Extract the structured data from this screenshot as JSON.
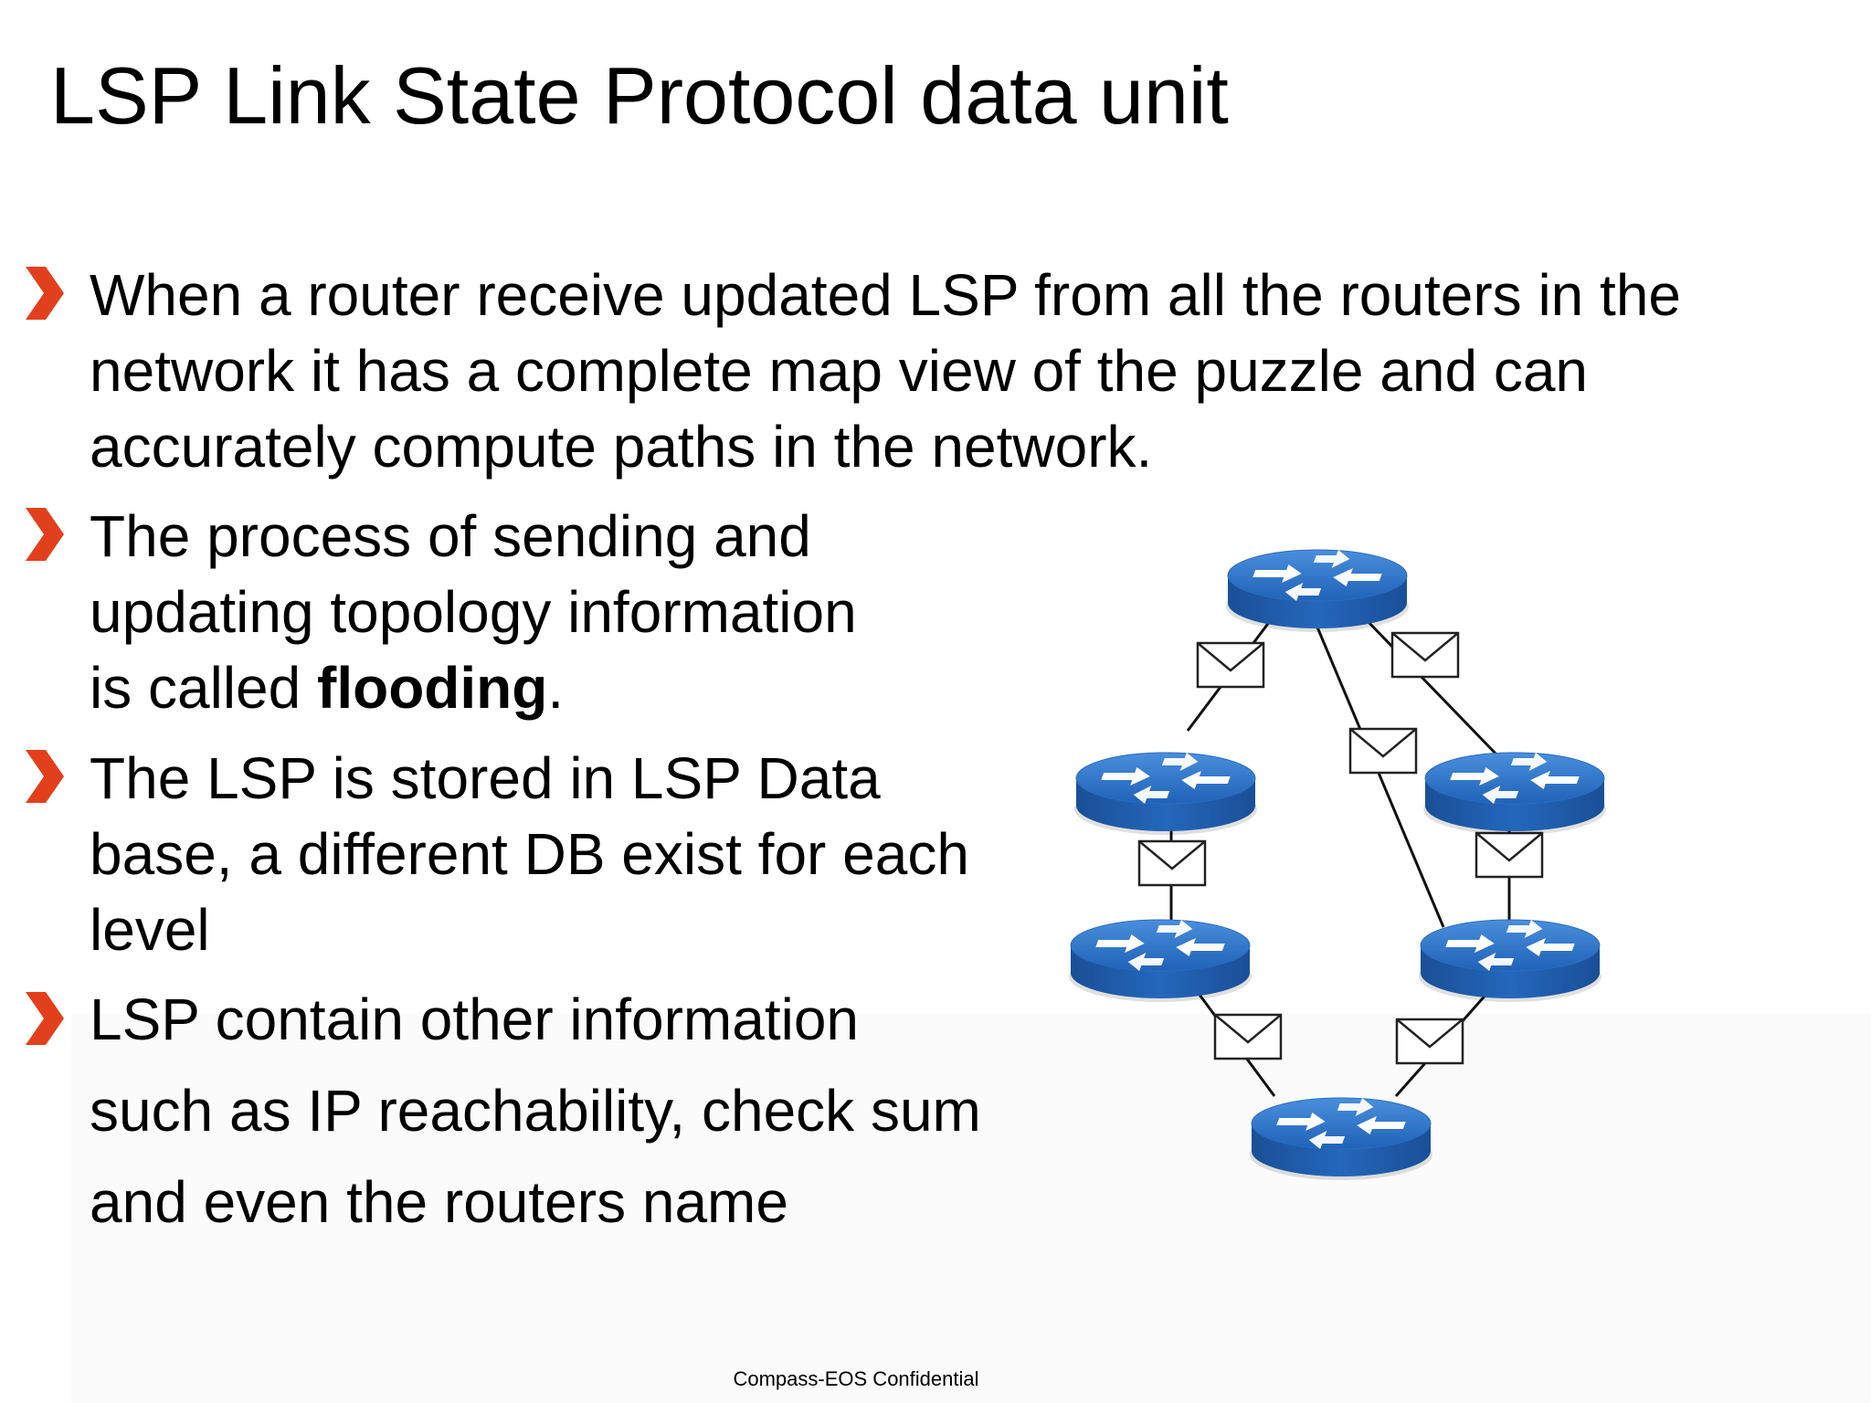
{
  "slide": {
    "title": "LSP Link State Protocol data unit",
    "bullets": [
      {
        "lines": [
          "When a router receive updated LSP from all the routers in the",
          "network it has a complete map view of the puzzle and can",
          "accurately compute paths in the network."
        ]
      },
      {
        "lines": [
          "The process of sending and",
          "updating topology information"
        ],
        "last_prefix": "is called ",
        "last_bold": "flooding",
        "last_suffix": "."
      },
      {
        "lines": [
          "The LSP is stored in LSP Data",
          "base, a different DB exist for each",
          "level"
        ]
      },
      {
        "lines": [
          "LSP contain other information",
          "such as IP reachability, check sum",
          "and even the routers name"
        ]
      }
    ],
    "footer": "Compass-EOS Confidential"
  },
  "colors": {
    "bullet": "#e2401c",
    "router_top": "#2a74c9",
    "router_side": "#1a58a6"
  },
  "diagram": {
    "routers": [
      "router-top",
      "router-left-upper",
      "router-right-upper",
      "router-left-lower",
      "router-right-lower",
      "router-bottom"
    ],
    "envelope_icon": "envelope-icon"
  }
}
